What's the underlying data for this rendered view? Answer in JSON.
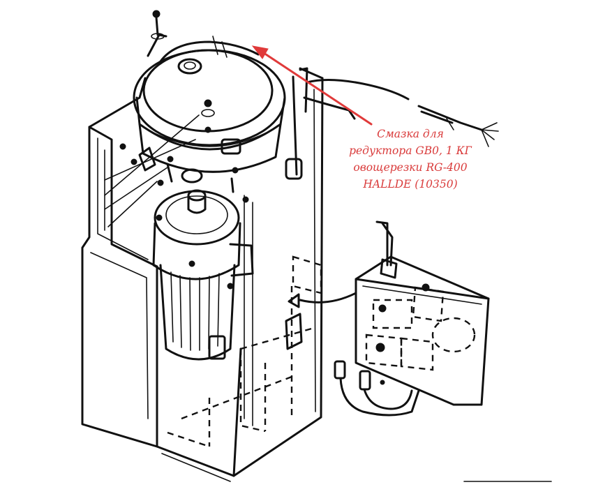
{
  "annotation": {
    "lines": [
      "Смазка для",
      "редуктора GB0, 1 КГ",
      "овощерезки RG-400",
      "HALLDE (10350)"
    ],
    "color": "#d93a3a"
  },
  "arrow": {
    "color": "#e03a3a"
  },
  "drawing": {
    "line_color": "#111111"
  }
}
